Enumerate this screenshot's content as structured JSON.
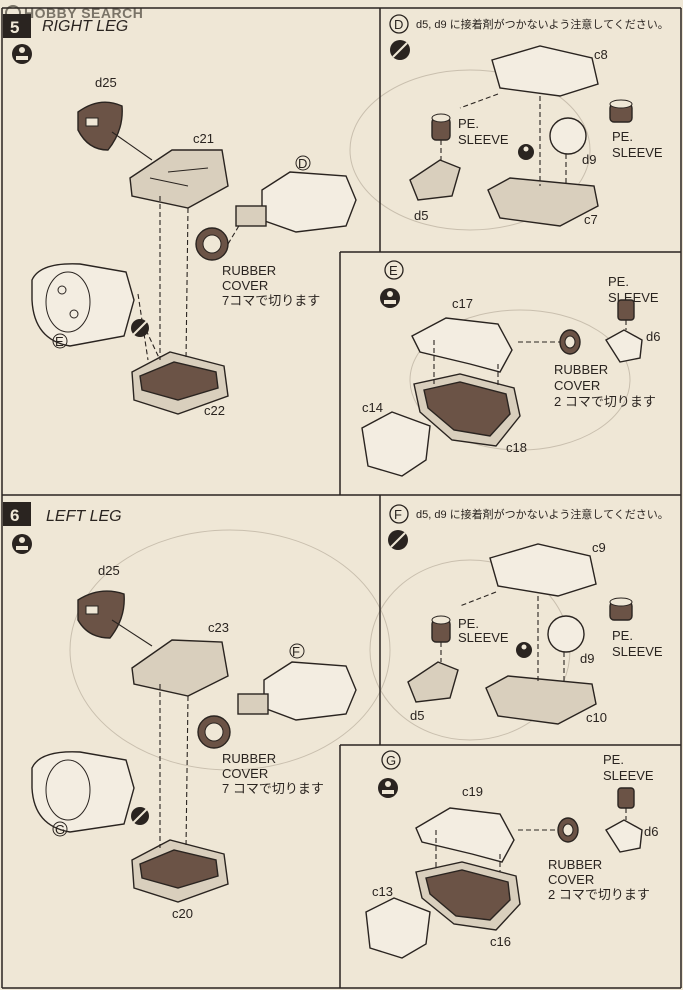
{
  "watermark": {
    "brand": "HOBBY SEARCH"
  },
  "step5": {
    "number": "5",
    "title": "RIGHT LEG",
    "parts": {
      "d25": "d25",
      "c21": "c21",
      "D": "D",
      "rubber": "RUBBER",
      "cover": "COVER",
      "cut": "7コマで切ります",
      "E": "E",
      "c22": "c22"
    }
  },
  "stepD": {
    "letter": "D",
    "note": "d5, d9 に接着剤がつかないよう注意してください。",
    "c8": "c8",
    "pe1a": "PE.",
    "pe1b": "SLEEVE",
    "pe2a": "PE.",
    "pe2b": "SLEEVE",
    "d9": "d9",
    "d5": "d5",
    "c7": "c7"
  },
  "stepE": {
    "letter": "E",
    "c17": "c17",
    "pea": "PE.",
    "peb": "SLEEVE",
    "d6": "d6",
    "rubber": "RUBBER",
    "cover": "COVER",
    "cut": "2 コマで切ります",
    "c14": "c14",
    "c18": "c18"
  },
  "step6": {
    "number": "6",
    "title": "LEFT LEG",
    "parts": {
      "d25": "d25",
      "c23": "c23",
      "F": "F",
      "rubber": "RUBBER",
      "cover": "COVER",
      "cut": "7 コマで切ります",
      "G": "G",
      "c20": "c20"
    }
  },
  "stepF": {
    "letter": "F",
    "note": "d5, d9 に接着剤がつかないよう注意してください。",
    "c9": "c9",
    "pe1a": "PE.",
    "pe1b": "SLEEVE",
    "pe2a": "PE.",
    "pe2b": "SLEEVE",
    "d9": "d9",
    "d5": "d5",
    "c10": "c10"
  },
  "stepG": {
    "letter": "G",
    "c19": "c19",
    "pea": "PE.",
    "peb": "SLEEVE",
    "d6": "d6",
    "rubber": "RUBBER",
    "cover": "COVER",
    "cut": "2 コマで切ります",
    "c13": "c13",
    "c16": "c16"
  },
  "colors": {
    "paper": "#efe7d6",
    "ink": "#2a2420",
    "plastic": "#d9cfbd",
    "rubber": "#6b5346"
  }
}
